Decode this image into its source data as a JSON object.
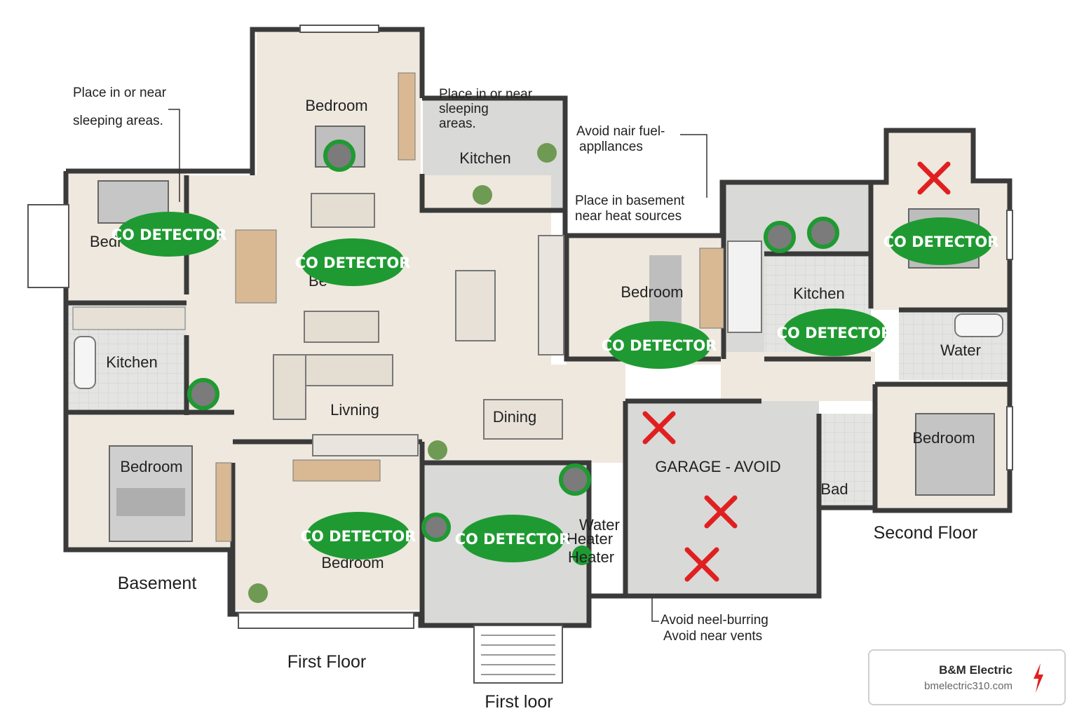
{
  "rooms": {
    "bedroom_top": "Bedroom",
    "kitchen_top": "Kitchen",
    "bedroom_left_partial": "Bedr",
    "bedroom_center_partial": "Be",
    "kitchen_left": "Kitchen",
    "living": "Livning",
    "dining": "Dining",
    "bedroom_mid": "Bedroom",
    "kitchen_right": "Kitchen",
    "water_right": "Water",
    "bedroom_right": "Bedroom",
    "bad": "Bad",
    "bedroom_basement": "Bedroom",
    "bedroom_first": "Bedroom",
    "water_heater_1": "Water",
    "water_heater_2": "Heater",
    "water_heater_3": "Heater",
    "garage": "GARAGE - AVOID"
  },
  "notes": {
    "sleeping_left_1": "Place in or near",
    "sleeping_left_2": "sleeping areas.",
    "sleeping_top_1": "Place in or near",
    "sleeping_top_2": "sleeping",
    "sleeping_top_3": "areas.",
    "fuel_1": "Avoid nair fuel-",
    "fuel_2": "appllances",
    "basement_1": "Place in basement",
    "basement_2": "near heat sources",
    "vents_1": "Avoid neel-burring",
    "vents_2": "Avoid near vents"
  },
  "floors": {
    "basement": "Basement",
    "first_floor": "First Floor",
    "first_loor": "First loor",
    "second_floor": "Second Floor"
  },
  "detector_label": "CO DETECTOR",
  "brand": {
    "name": "B&M Electric",
    "url": "bmelectric310.com"
  },
  "colors": {
    "detector": "#1f9a32",
    "avoid": "#e02020",
    "wall": "#3a3a3a",
    "floor_warm": "#efe8de",
    "floor_gray": "#d9d9d7"
  }
}
